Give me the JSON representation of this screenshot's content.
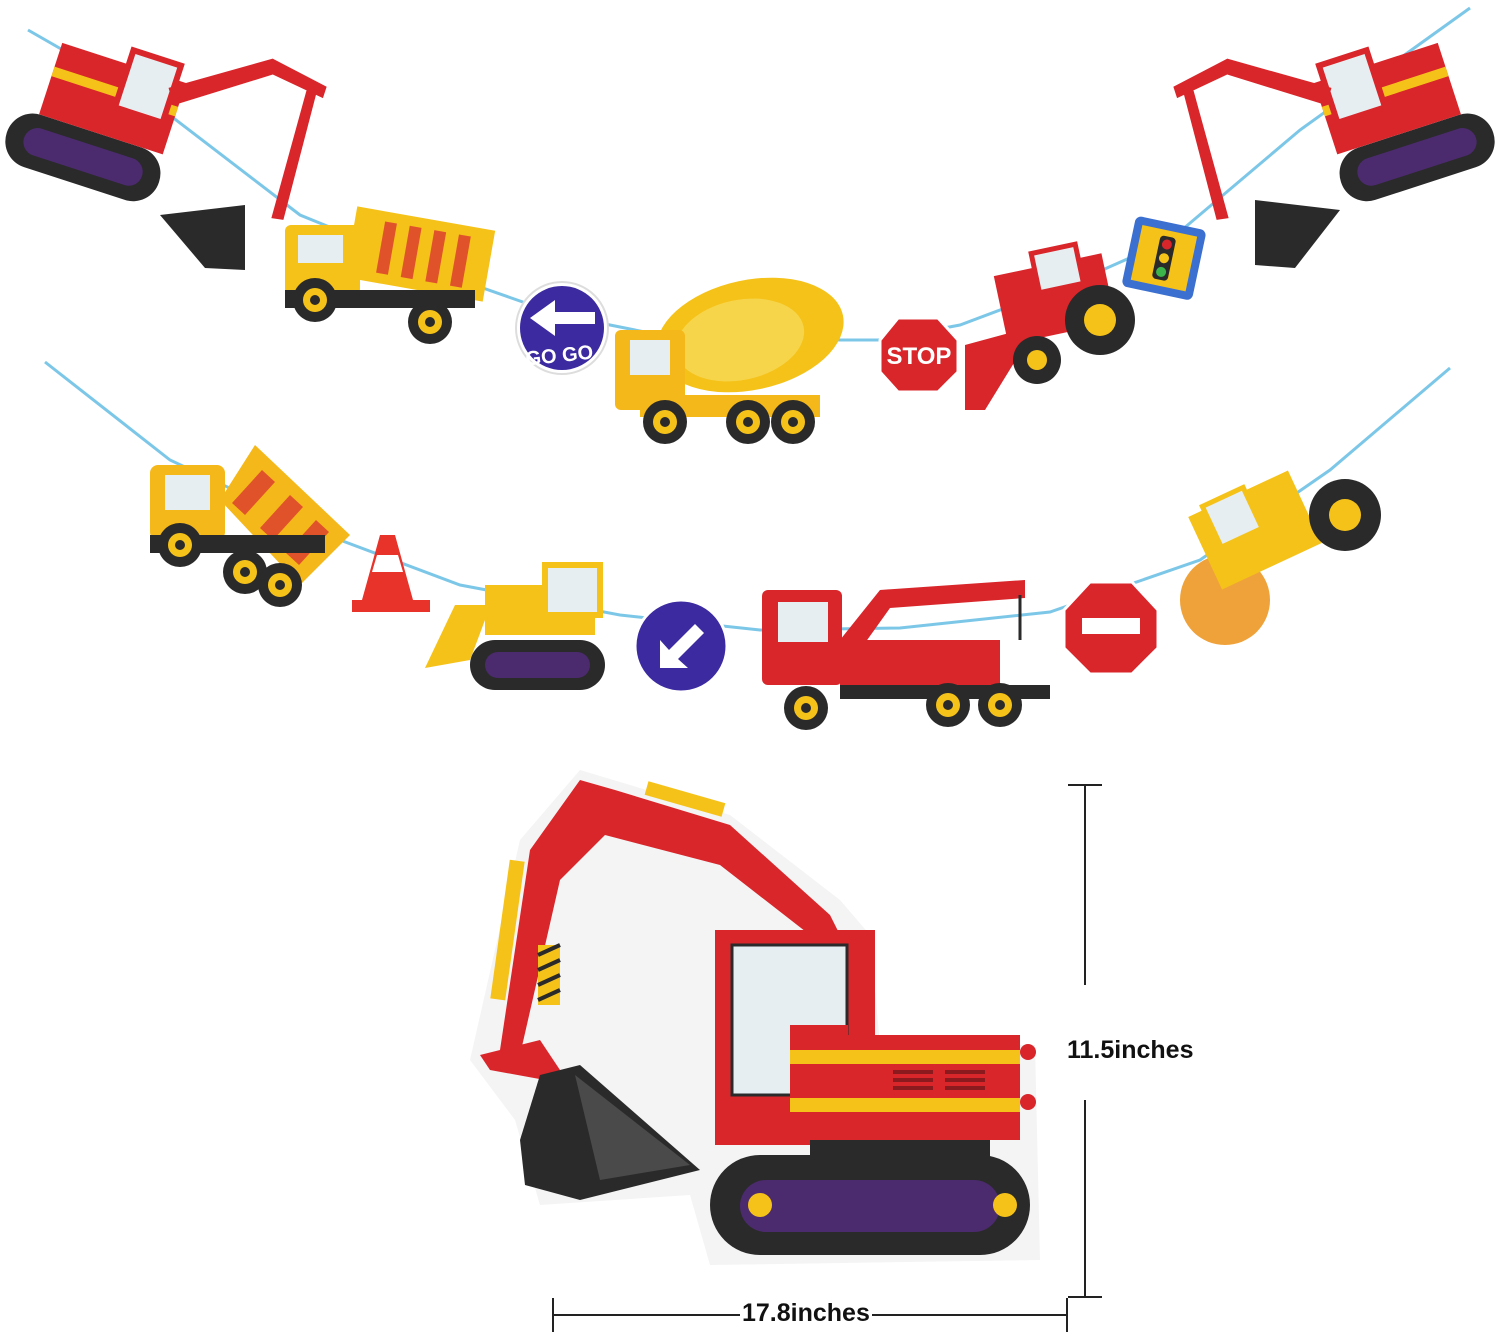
{
  "dimensions": {
    "height_label": "11.5inches",
    "width_label": "17.8inches"
  },
  "signs": {
    "go_sign": "GO GO",
    "stop_sign": "STOP"
  },
  "colors": {
    "machine_red": "#d8262b",
    "machine_yellow": "#f5c21a",
    "track_dark": "#2a2a2a",
    "track_purple": "#4b2a6e",
    "sign_blue": "#3b2aa0",
    "string_blue": "#7cc7e8",
    "window_grey": "#e6eef2"
  }
}
